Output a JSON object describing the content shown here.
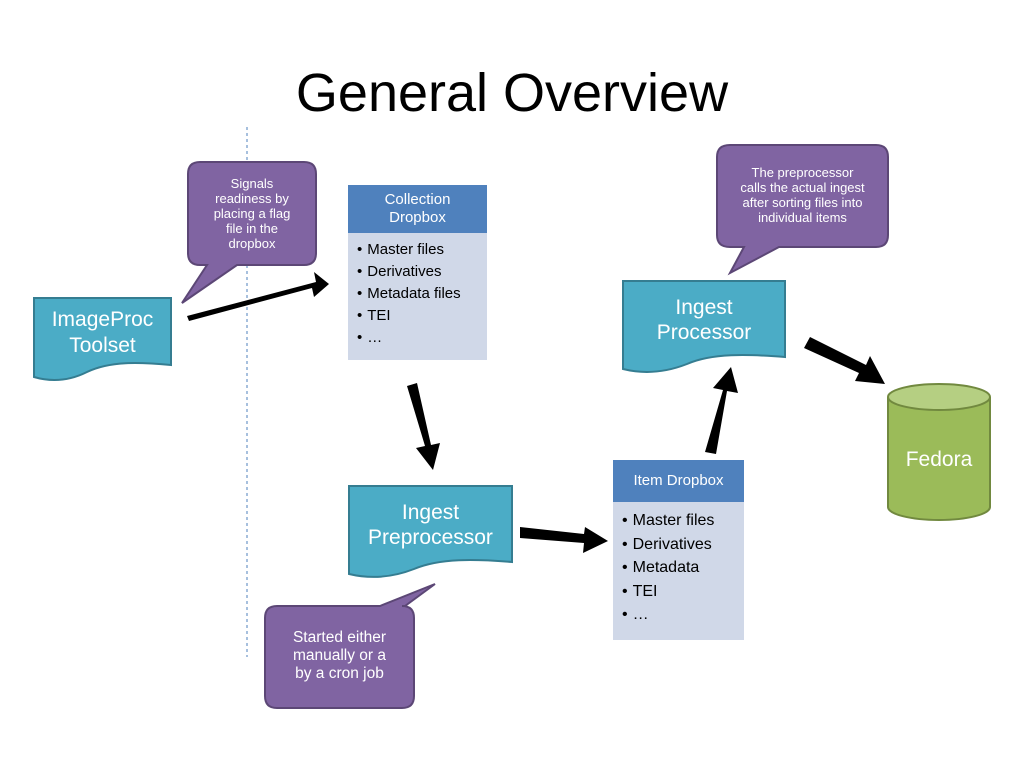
{
  "title": "General Overview",
  "colors": {
    "teal": "#4bacc6",
    "teal_border": "#357d91",
    "purple": "#8064a2",
    "purple_border": "#5c4776",
    "green": "#9bbb59",
    "green_border": "#71893f",
    "list_header": "#4f81bd",
    "list_body": "#d0d8e8",
    "divider": "#4f81bd",
    "arrow": "#000000"
  },
  "nodes": {
    "imageproc": {
      "line1": "ImageProc",
      "line2": "Toolset"
    },
    "ingest_processor": {
      "line1": "Ingest",
      "line2": "Processor"
    },
    "ingest_preprocessor": {
      "line1": "Ingest",
      "line2": "Preprocessor"
    },
    "fedora": {
      "label": "Fedora"
    }
  },
  "callouts": {
    "signals": [
      "Signals",
      "readiness by",
      "placing a flag",
      "file in the",
      "dropbox"
    ],
    "preprocessor_note": [
      "The preprocessor",
      "calls the actual ingest",
      "after sorting files into",
      "individual items"
    ],
    "started": [
      "Started either",
      "manually or a",
      "by a cron job"
    ]
  },
  "collection_dropbox": {
    "header": [
      "Collection",
      "Dropbox"
    ],
    "items": [
      "Master files",
      "Derivatives",
      "Metadata files",
      "TEI",
      "…"
    ]
  },
  "item_dropbox": {
    "header": [
      "Item Dropbox"
    ],
    "items": [
      "Master files",
      "Derivatives",
      "Metadata",
      "TEI",
      "…"
    ]
  }
}
